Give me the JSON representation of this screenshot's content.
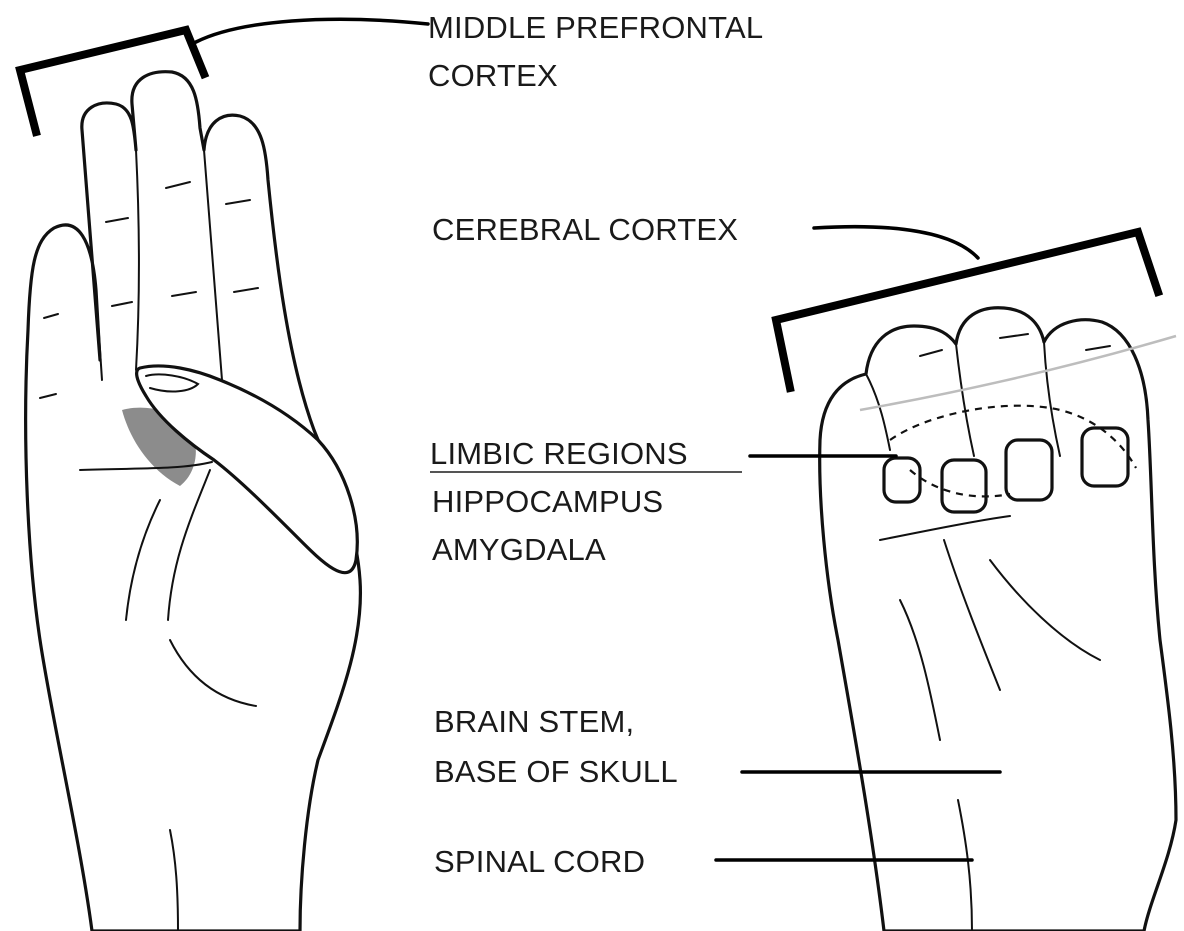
{
  "labels": {
    "prefrontal_line1": "MIDDLE PREFRONTAL",
    "prefrontal_line2": "CORTEX",
    "cerebral": "CEREBRAL CORTEX",
    "limbic": "LIMBIC REGIONS",
    "hippocampus": "HIPPOCAMPUS",
    "amygdala": "AMYGDALA",
    "brainstem_line1": "BRAIN STEM,",
    "brainstem_line2": "BASE OF SKULL",
    "spinal": "SPINAL CORD"
  },
  "colors": {
    "ink": "#111111",
    "shadow": "#8c8c8c",
    "background": "#ffffff"
  }
}
